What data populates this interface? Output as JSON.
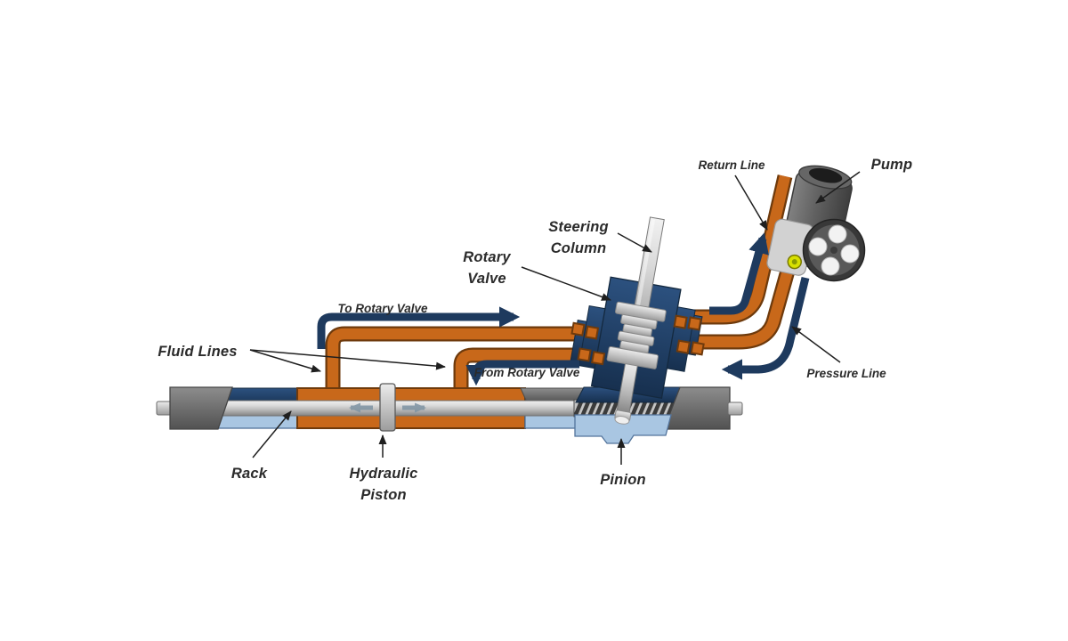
{
  "diagram": {
    "labels": {
      "return_line": "Return Line",
      "pump": "Pump",
      "steering_column_line1": "Steering",
      "steering_column_line2": "Column",
      "rotary_valve_line1": "Rotary",
      "rotary_valve_line2": "Valve",
      "fluid_lines": "Fluid Lines",
      "to_rotary_valve": "To Rotary Valve",
      "from_rotary_valve": "From Rotary Valve",
      "pressure_line": "Pressure Line",
      "rack": "Rack",
      "hydraulic_piston_line1": "Hydraulic",
      "hydraulic_piston_line2": "Piston",
      "pinion": "Pinion"
    },
    "colors": {
      "background": "#ffffff",
      "pipe_orange": "#c8681a",
      "pipe_outline": "#6e3a0c",
      "navy": "#1e3a5e",
      "light_blue": "#a9c6e2",
      "light_blue_stroke": "#53749c",
      "housing_gray": "#6f6f6f",
      "label_text": "#2b2b2b",
      "force_arrow_gray": "#7e93a3",
      "fitting_yellow": "#d8e000"
    }
  }
}
